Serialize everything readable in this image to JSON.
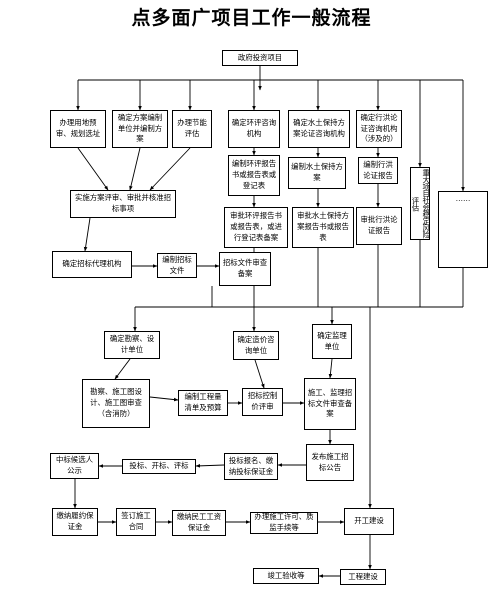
{
  "title": "点多面广项目工作一般流程",
  "boxes": {
    "gov_invest": "政府投资项目",
    "land": "办理用地预审、规划选址",
    "design_unit": "确定方案编制单位并编制方案",
    "energy": "办理节能评估",
    "eia_agency": "确定环评咨询机构",
    "swc_agency": "确定水土保持方案论证咨询机构",
    "flood_agency": "确定行洪论证咨询机构（涉及的）",
    "stability": "重大项目社会稳定风险评估",
    "ellipsis": "……",
    "eia_report": "编制环评报告书或报告表或登记表",
    "swc_plan": "编制水土保持方案",
    "flood_report": "编制行洪论证报告",
    "plan_review": "实施方案评审、审批并核准招标事项",
    "eia_approval": "审批环评报告书或报告表，或进行登记表备案",
    "swc_approval": "审批水土保持方案报告书或报告表",
    "flood_approval": "审批行洪论证报告",
    "tender_agent": "确定招标代理机构",
    "tender_docs": "编制招标文件",
    "tender_filing": "招标文件审查备案",
    "survey_unit": "确定勘察、设计单位",
    "cost_unit": "确定造价咨询单位",
    "supervision_unit": "确定监理单位",
    "drawing_review": "勘察、施工图设计、施工图审查（含消防）",
    "bill_quantities": "编制工程量清单及预算",
    "price_control": "招标控制价评审",
    "construction_tender": "施工、监理招标文件审查备案",
    "winner": "中标候选人公示",
    "bid_open": "投标、开标、评标",
    "bid_deposit": "投标报名、缴纳投标保证金",
    "publish_notice": "发布施工招标公告",
    "perf_deposit": "缴纳履约保证金",
    "contract": "签订施工合同",
    "wage_deposit": "缴纳民工工资保证金",
    "permit": "办理施工许可、质监手续等",
    "start": "开工建设",
    "build": "工程建设",
    "acceptance": "竣工验收等"
  }
}
